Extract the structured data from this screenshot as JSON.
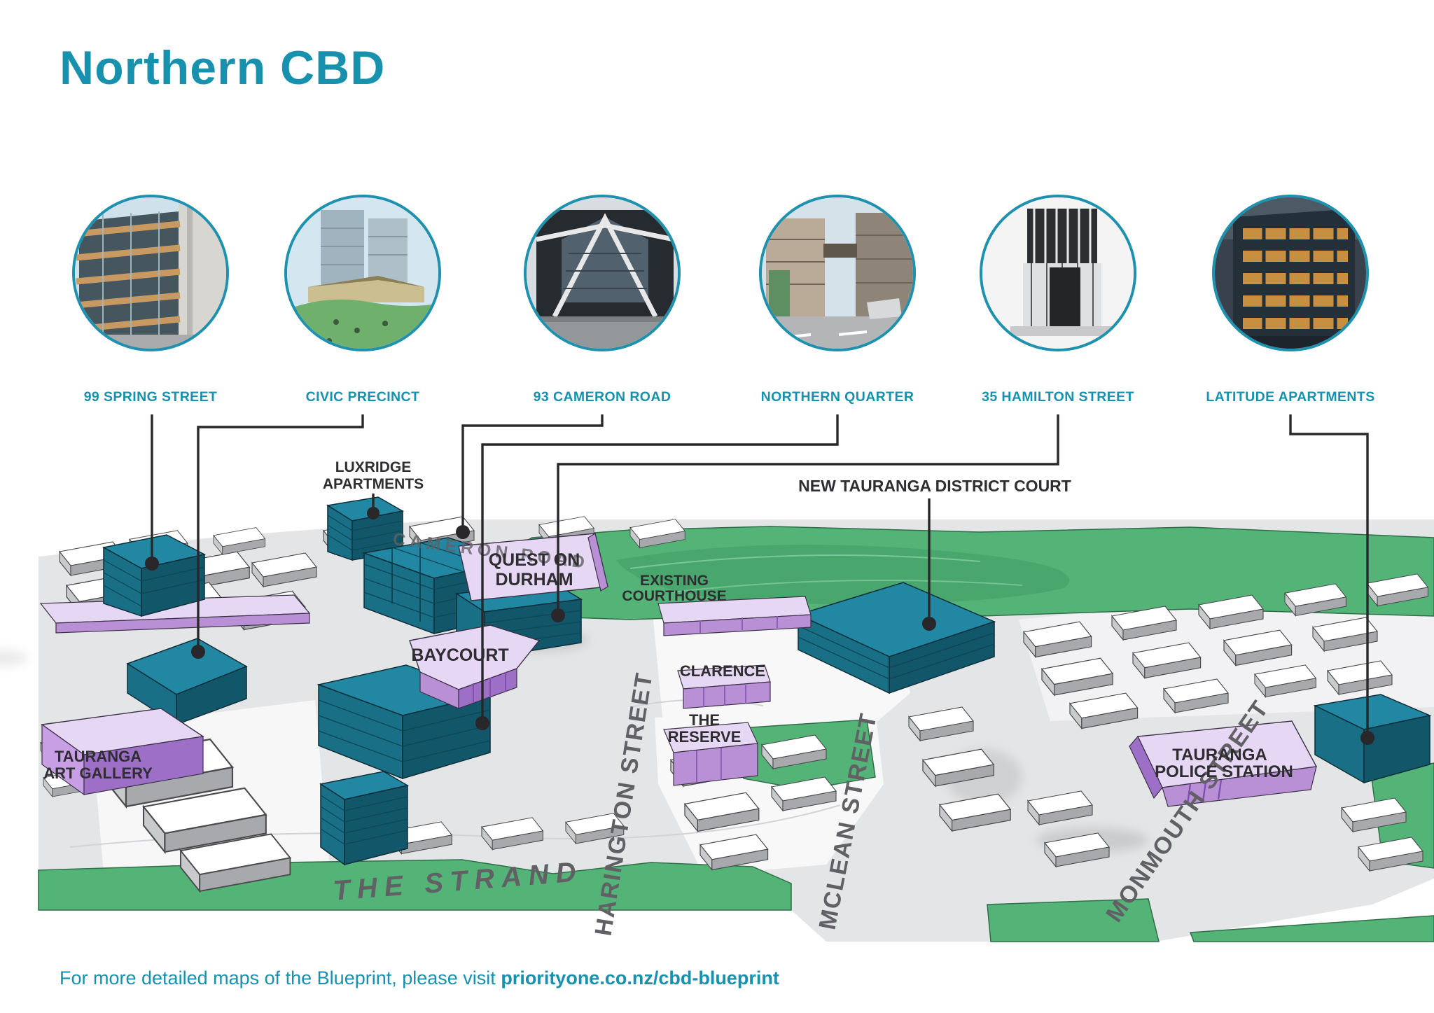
{
  "title": "Northern CBD",
  "colors": {
    "accent": "#1791ad",
    "leader_line": "#29272a",
    "teal_building": "#157f9b",
    "purple_building": "#c89fe4",
    "green_space": "#54b377"
  },
  "projects": [
    {
      "label": "99 SPRING STREET"
    },
    {
      "label": "CIVIC PRECINCT"
    },
    {
      "label": "93 CAMERON ROAD"
    },
    {
      "label": "NORTHERN QUARTER"
    },
    {
      "label": "35 HAMILTON STREET"
    },
    {
      "label": "LATITUDE APARTMENTS"
    }
  ],
  "map": {
    "building_labels": {
      "luxridge": {
        "line1": "LUXRIDGE",
        "line2": "APARTMENTS"
      },
      "district_court": {
        "line1": "NEW TAURANGA DISTRICT COURT"
      },
      "quest": {
        "line1": "QUEST ON",
        "line2": "DURHAM"
      },
      "existing_courthouse": {
        "line1": "EXISTING",
        "line2": "COURTHOUSE"
      },
      "baycourt": {
        "line1": "BAYCOURT"
      },
      "clarence": {
        "line1": "CLARENCE"
      },
      "reserve": {
        "line1": "THE",
        "line2": "RESERVE"
      },
      "art_gallery": {
        "line1": "TAURANGA",
        "line2": "ART GALLERY"
      },
      "police": {
        "line1": "TAURANGA",
        "line2": "POLICE STATION"
      }
    },
    "streets": {
      "cameron": "CAMERON ROAD",
      "harington": "HARINGTON STREET",
      "mclean": "MCLEAN STREET",
      "monmouth": "MONMOUTH STREET",
      "strand": "THE STRAND"
    }
  },
  "footer": {
    "text": "For more detailed maps of the Blueprint, please visit ",
    "link": "priorityone.co.nz/cbd-blueprint"
  }
}
